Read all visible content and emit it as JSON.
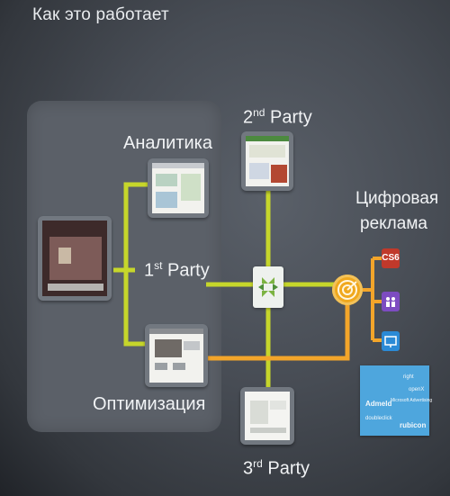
{
  "title": "Как это работает",
  "labels": {
    "analytics": "Аналитика",
    "optimization": "Оптимизация",
    "second_party": "2",
    "second_party_sup": "nd",
    "first_party": "1",
    "first_party_sup": "st",
    "third_party": "3",
    "third_party_sup": "rd",
    "party_word": "Party",
    "digital_ad_line1": "Цифровая",
    "digital_ad_line2": "реклама"
  },
  "channels": {
    "cs6": "CS6"
  },
  "partner_logos": [
    "Admeld",
    "rubicon",
    "doubleclick",
    "openX",
    "right",
    "Microsoft Advertising"
  ],
  "colors": {
    "green_line": "#c6d62b",
    "orange_line": "#f3a52a",
    "target": "#f0a81e",
    "logo_box": "#4ea6dd"
  }
}
